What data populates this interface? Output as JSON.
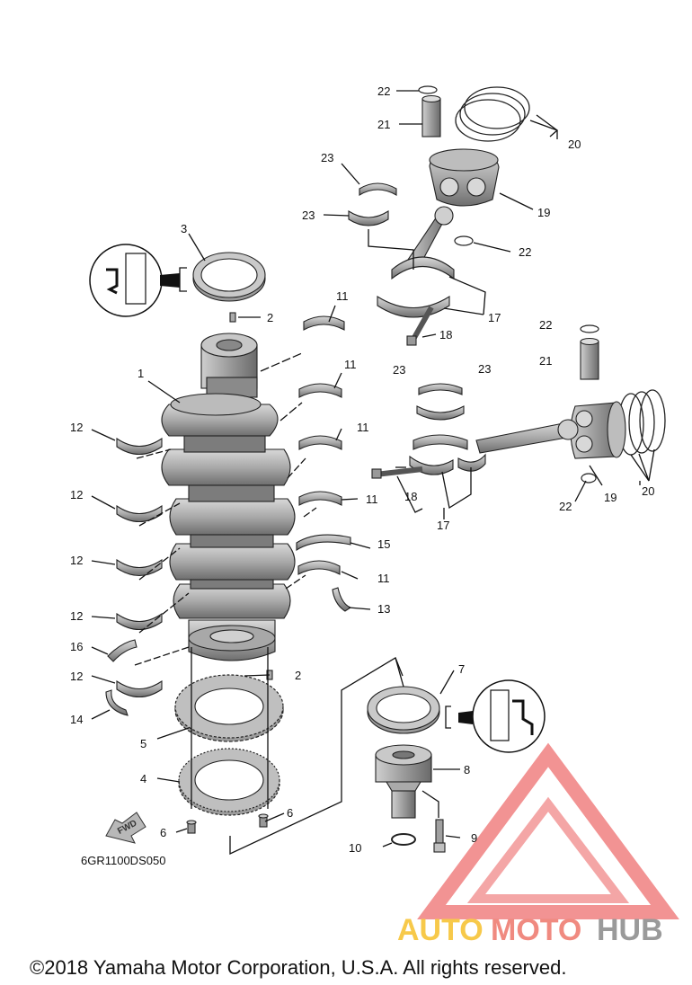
{
  "diagram_code": "6GR1100DS050",
  "copyright": "©2018 Yamaha Motor Corporation, U.S.A. All rights reserved.",
  "fwd_label": "FWD",
  "watermark": {
    "part1": "AUTO",
    "part2": "MOTO",
    "part3": "HUB",
    "color1": "#f7c94a",
    "color2": "#f08a80",
    "color3": "#9a9a9a",
    "logo_color": "#f08080"
  },
  "callouts": {
    "c22a": "22",
    "c21a": "21",
    "c20a": "20",
    "c23a": "23",
    "c23b": "23",
    "c19a": "19",
    "c22b": "22",
    "c3": "3",
    "c2a": "2",
    "c17a": "17",
    "c18a": "18",
    "c11a": "11",
    "c1": "1",
    "c11b": "11",
    "c22c": "22",
    "c21b": "21",
    "c23c": "23",
    "c23d": "23",
    "c12a": "12",
    "c11c": "11",
    "c12b": "12",
    "c18b": "18",
    "c19b": "19",
    "c20b": "20",
    "c22d": "22",
    "c17b": "17",
    "c11d": "11",
    "c12c": "12",
    "c15": "15",
    "c11e": "11",
    "c12d": "12",
    "c13": "13",
    "c16": "16",
    "c12e": "12",
    "c2b": "2",
    "c7": "7",
    "c14": "14",
    "c5": "5",
    "c8": "8",
    "c4": "4",
    "c6a": "6",
    "c6b": "6",
    "c9": "9",
    "c10": "10"
  }
}
